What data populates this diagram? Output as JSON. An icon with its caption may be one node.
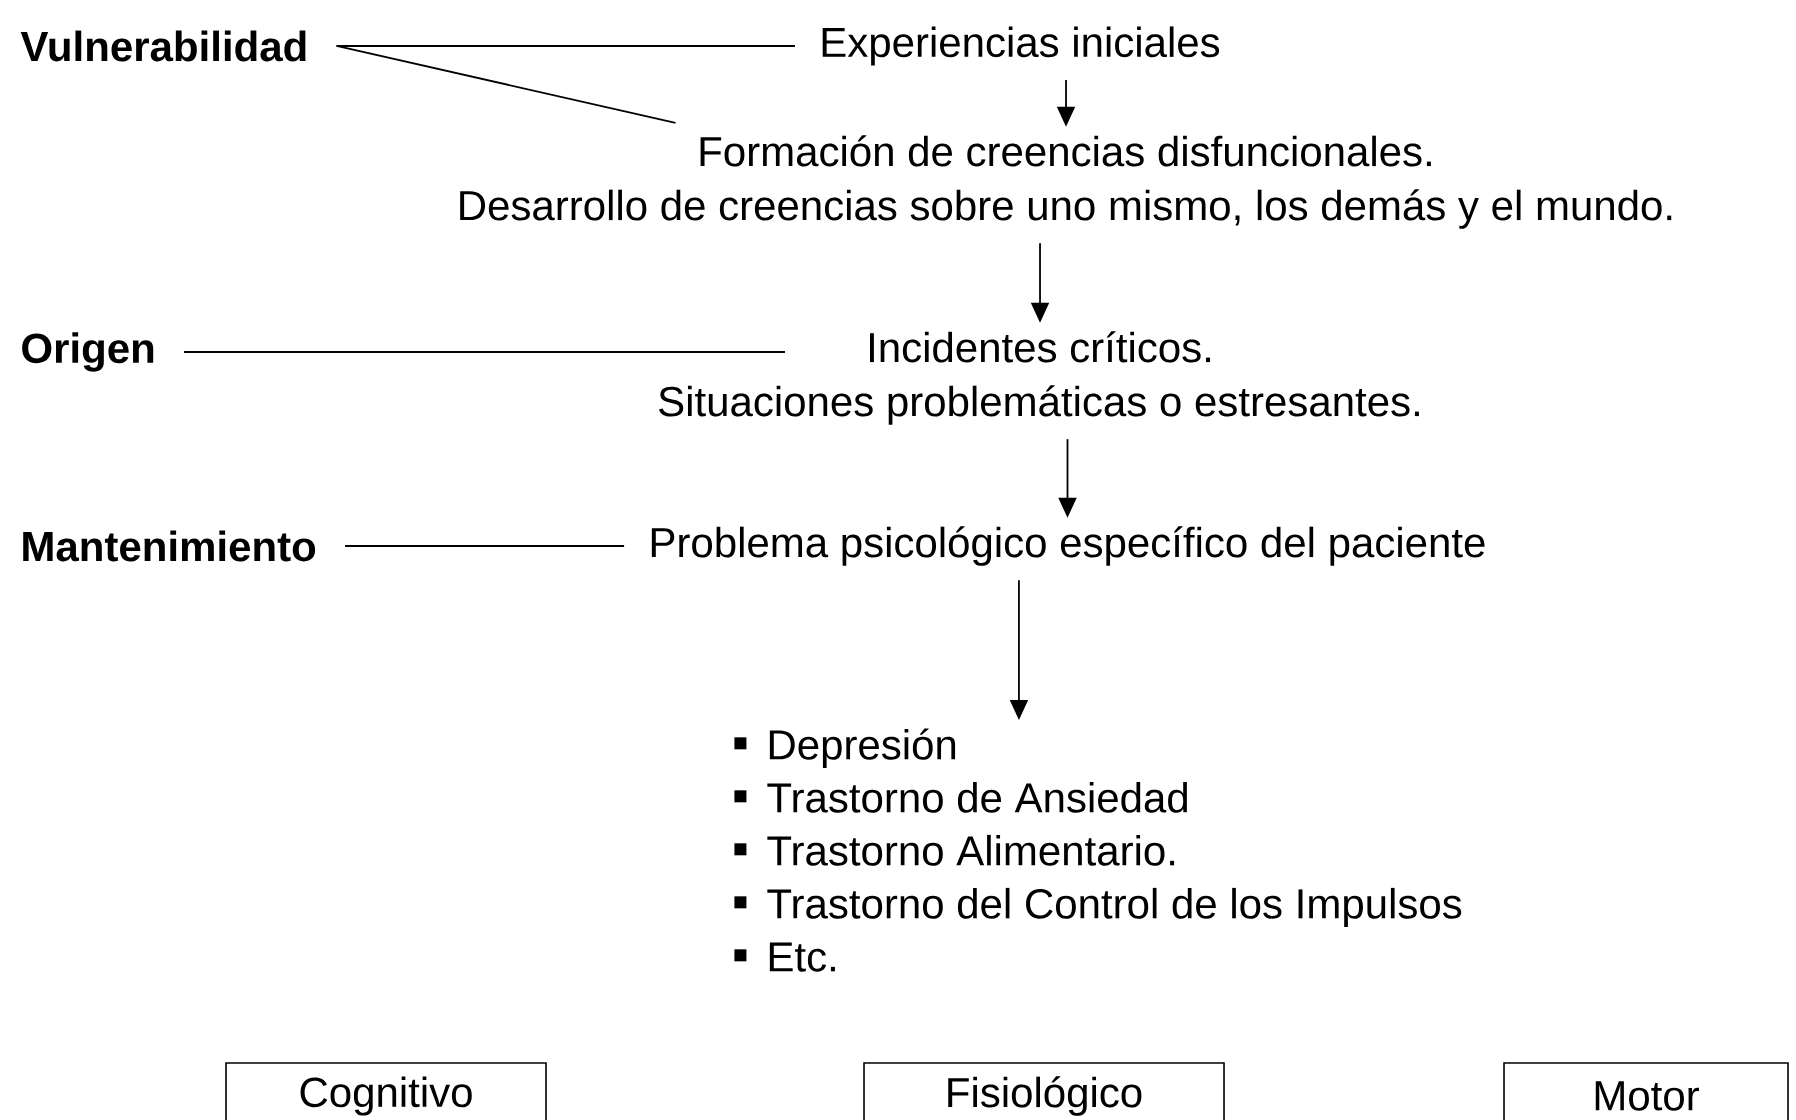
{
  "diagram": {
    "nodes": [
      {
        "text": [
          "Vulnerabilidad"
        ]
      },
      {
        "text": [
          "Experiencias iniciales"
        ]
      },
      {
        "text": [
          "Formación de creencias disfuncionales.",
          "Desarrollo de creencias sobre uno mismo, los demás y el mundo."
        ]
      },
      {
        "text": [
          "Origen"
        ]
      },
      {
        "text": [
          "Incidentes críticos.",
          "Situaciones problemáticas o estresantes."
        ]
      },
      {
        "text": [
          "Mantenimiento"
        ]
      },
      {
        "text": [
          "Problema psicológico específico del paciente"
        ]
      },
      {
        "text": [
          "Depresión",
          "Trastorno de Ansiedad",
          "Trastorno Alimentario.",
          "Trastorno del Control de los Impulsos",
          "Etc."
        ]
      },
      {
        "text": [
          "Cognitivo"
        ]
      },
      {
        "text": [
          "Fisiológico"
        ]
      },
      {
        "text": [
          "Motor"
        ]
      }
    ],
    "edges": [
      {
        "from": 0,
        "to": 1,
        "arrow": "none"
      },
      {
        "from": 0,
        "to": 2,
        "arrow": "none"
      },
      {
        "from": 1,
        "to": 2,
        "arrow": "to"
      },
      {
        "from": 2,
        "to": 4,
        "arrow": "to"
      },
      {
        "from": 3,
        "to": 4,
        "arrow": "none"
      },
      {
        "from": 4,
        "to": 6,
        "arrow": "to"
      },
      {
        "from": 5,
        "to": 6,
        "arrow": "none"
      },
      {
        "from": 6,
        "to": 7,
        "arrow": "to"
      }
    ]
  }
}
